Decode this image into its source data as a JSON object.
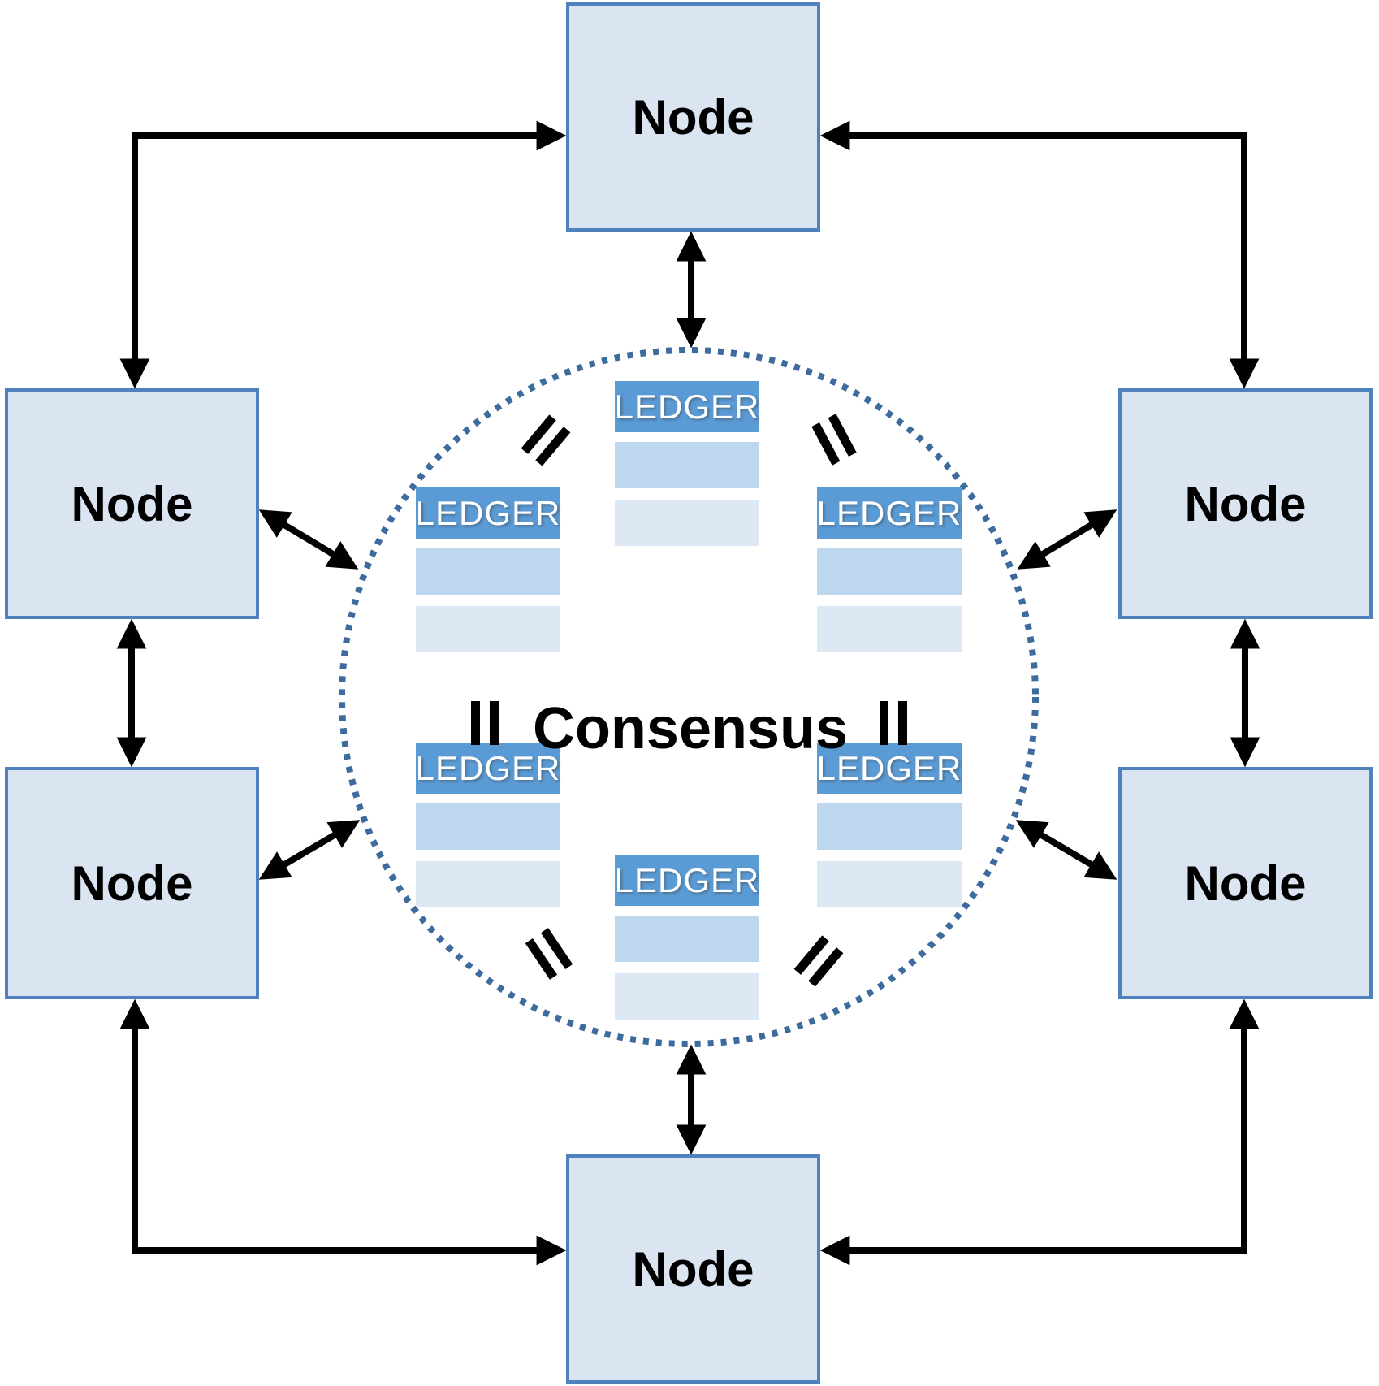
{
  "diagram": {
    "node_label": "Node",
    "ledger_label": "LEDGER",
    "center_label": "Consensus",
    "node_count": 6,
    "ledger_count": 6,
    "ledger_rows_per_table": 2,
    "colors": {
      "background": "#ffffff",
      "node_fill": "#dbe5f1",
      "node_border": "#4f81bd",
      "ledger_header_bg": "#5b9bd5",
      "ledger_header_text": "#ffffff",
      "ledger_row1_bg": "#bdd7ee",
      "ledger_row2_bg": "#dce9f5",
      "consensus_circle_dots": "#3e6b9d",
      "arrow": "#000000",
      "label_text": "#000000"
    },
    "connections": [
      {
        "from": "node-left-upper",
        "to": "node-top",
        "style": "elbow",
        "arrows": "both-ends"
      },
      {
        "from": "node-right-upper",
        "to": "node-top",
        "style": "elbow",
        "arrows": "both-ends"
      },
      {
        "from": "node-left-lower",
        "to": "node-bottom",
        "style": "elbow",
        "arrows": "both-ends"
      },
      {
        "from": "node-right-lower",
        "to": "node-bottom",
        "style": "elbow",
        "arrows": "both-ends"
      },
      {
        "from": "node-top",
        "to": "consensus-circle",
        "style": "straight",
        "arrows": "both-ends"
      },
      {
        "from": "node-bottom",
        "to": "consensus-circle",
        "style": "straight",
        "arrows": "both-ends"
      },
      {
        "from": "node-left-upper",
        "to": "node-left-lower",
        "style": "straight",
        "arrows": "both-ends"
      },
      {
        "from": "node-right-upper",
        "to": "node-right-lower",
        "style": "straight",
        "arrows": "both-ends"
      },
      {
        "from": "node-left-upper",
        "to": "consensus-circle",
        "style": "straight",
        "arrows": "both-ends"
      },
      {
        "from": "node-left-lower",
        "to": "consensus-circle",
        "style": "straight",
        "arrows": "both-ends"
      },
      {
        "from": "node-right-upper",
        "to": "consensus-circle",
        "style": "straight",
        "arrows": "both-ends"
      },
      {
        "from": "node-right-lower",
        "to": "consensus-circle",
        "style": "straight",
        "arrows": "both-ends"
      }
    ]
  }
}
